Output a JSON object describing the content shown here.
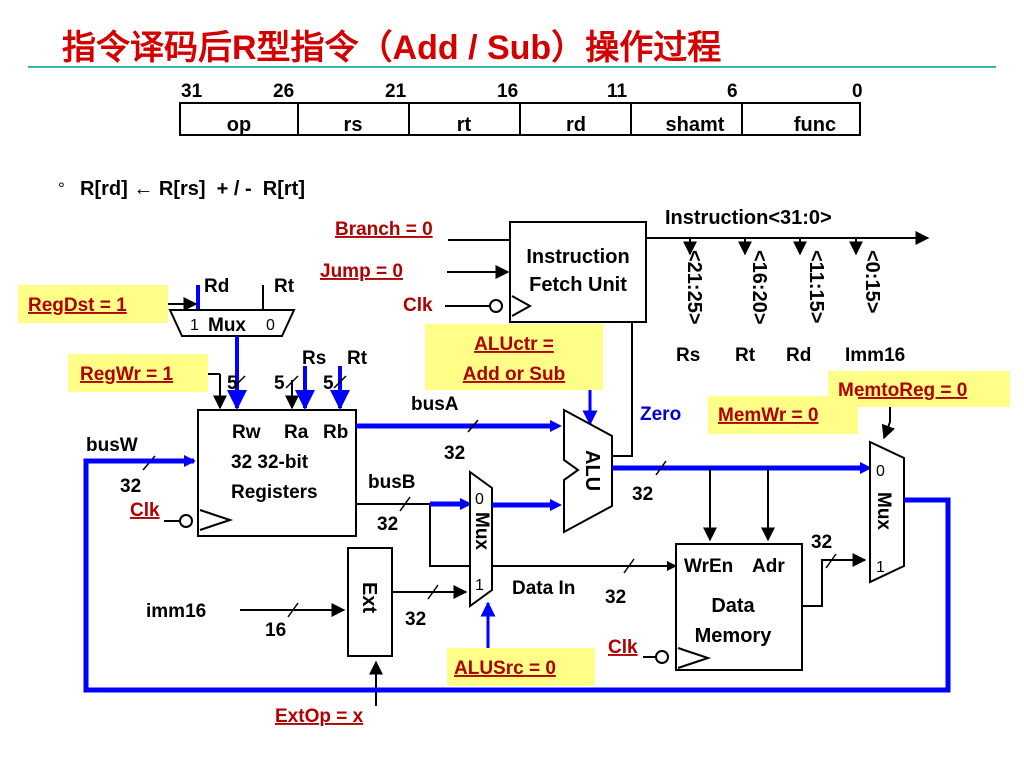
{
  "title": "指令译码后R型指令（Add / Sub）操作过程",
  "format": {
    "bits": [
      "31",
      "26",
      "21",
      "16",
      "11",
      "6",
      "0"
    ],
    "fields": [
      "op",
      "rs",
      "rt",
      "rd",
      "shamt",
      "func"
    ]
  },
  "rtl": {
    "bullet": "°",
    "text": "R[rd] ← R[rs]  + / -  R[rt]"
  },
  "signals": {
    "branch": "Branch = 0",
    "jump": "Jump = 0",
    "regdst": "RegDst = 1",
    "regwr": "RegWr = 1",
    "aluctr_line1": "ALUctr =",
    "aluctr_line2": "Add or Sub",
    "memtoreg": "MemtoReg = 0",
    "memwr": "MemWr = 0",
    "alusrc": "ALUSrc = 0",
    "extop": "ExtOp = x"
  },
  "labels": {
    "instruction": "Instruction<31:0>",
    "ifu_line1": "Instruction",
    "ifu_line2": "Fetch Unit",
    "clk": "Clk",
    "f21_25": "<21:25>",
    "f16_20": "<16:20>",
    "f11_15": "<11:15>",
    "f0_15": "<0:15>",
    "rs": "Rs",
    "rt": "Rt",
    "rd": "Rd",
    "imm16_upper": "Imm16",
    "imm16": "imm16",
    "mux": "Mux",
    "zero_in": "0",
    "one_in": "1",
    "busA": "busA",
    "busB": "busB",
    "busW": "busW",
    "zero": "Zero",
    "alu": "ALU",
    "rw": "Rw",
    "ra": "Ra",
    "rb": "Rb",
    "reg_line1": "32 32-bit",
    "reg_line2": "Registers",
    "ext": "Ext",
    "data_in": "Data In",
    "wren": "WrEn",
    "adr": "Adr",
    "dm_line1": "Data",
    "dm_line2": "Memory",
    "w5": "5",
    "w16": "16",
    "w32": "32"
  },
  "colors": {
    "title": "#d40000",
    "signal": "#b00000",
    "highlight": "#ffff88",
    "bus": "#0000ff",
    "zero": "#0000cc",
    "divider": "#33b8b8"
  }
}
